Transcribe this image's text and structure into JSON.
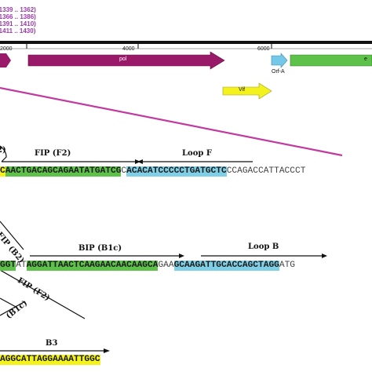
{
  "coordinates": [
    "(1339 .. 1362)",
    "(1366 .. 1386)",
    "(1391 .. 1410)",
    "(1411 .. 1430)"
  ],
  "genome_map": {
    "ticks": [
      "2000",
      "4000",
      "6000"
    ],
    "genes": {
      "pol": "pol",
      "vif": "Vif",
      "orf_a": "Orf-A",
      "env": "e"
    },
    "colors": {
      "pol": "#9a1a6a",
      "vif": "#f4f21c",
      "orf_a": "#74c8e8",
      "env": "#5ec24a",
      "line": "#c23aa0"
    }
  },
  "primers": {
    "fip_f2": "FIP (F2)",
    "loop_f": "Loop F",
    "fip_b2": "FIP (B2)",
    "bip_b1c": "BIP (B1c)",
    "loop_b": "Loop B",
    "fip_f2_lower": "FIP (F2)",
    "b1c_lower": "(B1c)",
    "b3": "B3"
  },
  "sequences": {
    "row1": {
      "yellow": "C",
      "green": "AACTGACAGCAGAATATGATCG",
      "gap": "C",
      "blue": "ACACATCCCCCTGATGCTC",
      "rest": "CCAGACCATTACCCT"
    },
    "row2": {
      "green_a": "GGT",
      "gap_a": "AT",
      "green_b": "AGGATTAACTCAAGAACAACAAGCA",
      "gap_b": "GAA",
      "blue": "GCAAGATTGCACCAGCTAGG",
      "rest": "ATG"
    },
    "row3": {
      "yellow": "AGGCATTAGGAAAATTGGC"
    }
  }
}
